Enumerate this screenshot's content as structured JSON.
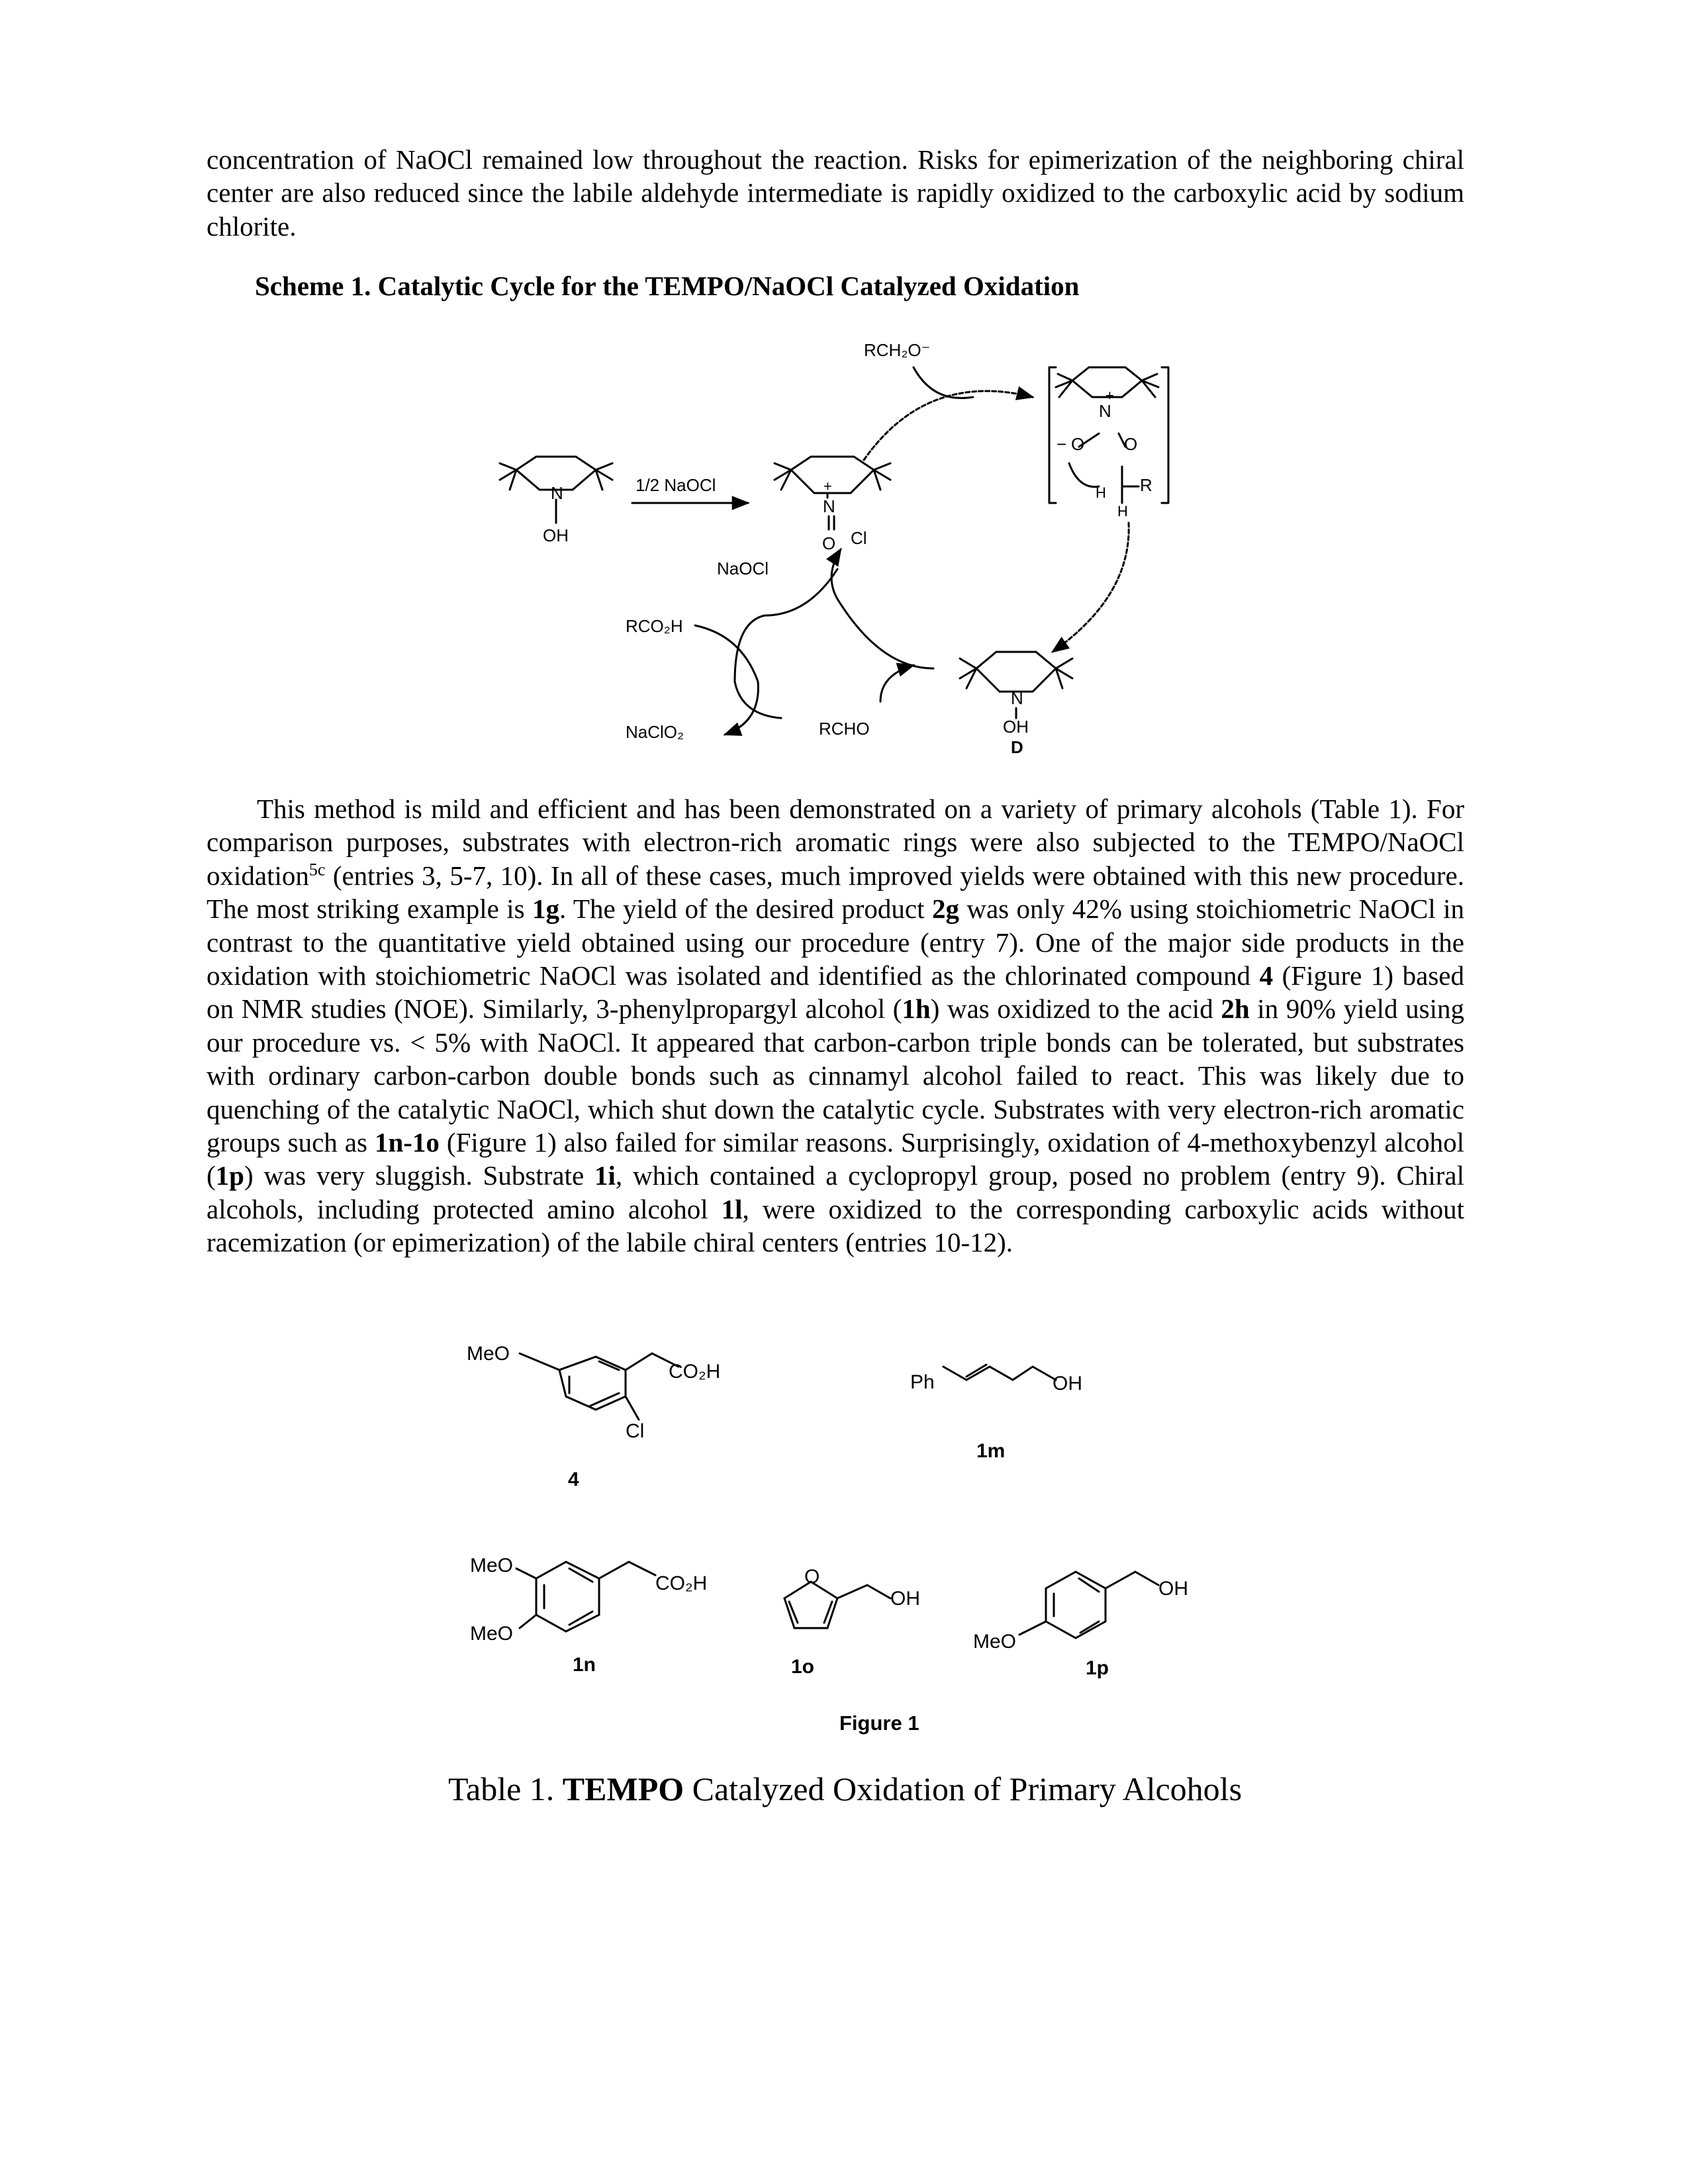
{
  "para1": "concentration of NaOCl remained low throughout the reaction. Risks for epimerization of the neighboring chiral center are also reduced since the labile aldehyde intermediate is rapidly oxidized to the carboxylic acid by sodium chlorite.",
  "scheme": {
    "caption": "Scheme 1. Catalytic Cycle for the TEMPO/NaOCl Catalyzed Oxidation",
    "labels": {
      "oh_left": "OH",
      "n_left": "N",
      "half_naocl": "1/2 NaOCl",
      "n_center": "N",
      "plus_center": "+",
      "o_center": "O",
      "cl_minus": "Cl",
      "naocl": "NaOCl",
      "rch2o_minus": "RCH₂O⁻",
      "n_top": "N",
      "plus_top": "+",
      "o_top_left": "O",
      "minus_top": "−",
      "o_top_right": "O",
      "h_top": "H",
      "r_top": "R",
      "h_top2": "H",
      "rco2h": "RCO₂H",
      "naclo2": "NaClO₂",
      "rcho": "RCHO",
      "n_d": "N",
      "oh_d": "OH",
      "d_label": "D"
    }
  },
  "para2": {
    "s1": "This method is mild and efficient and has been demonstrated on a variety of primary alcohols (Table 1). For comparison purposes, substrates with electron-rich aromatic rings were also subjected to the TEMPO/NaOCl oxidation",
    "sup1": "5c",
    "s2": " (entries 3, 5-7, 10). In all of these cases, much improved yields were obtained with this new procedure. The most striking example is ",
    "b1": "1g",
    "s3": ". The yield of the desired product ",
    "b2": "2g",
    "s4": " was only 42% using stoichiometric NaOCl in contrast to the quantitative yield obtained using our procedure (entry 7). One of the major side products in the oxidation with stoichiometric NaOCl was isolated and identified as the chlorinated compound ",
    "b3": "4",
    "s5": " (Figure 1) based on NMR studies (NOE). Similarly, 3-phenylpropargyl alcohol (",
    "b4": "1h",
    "s6": ") was oxidized to the acid ",
    "b5": "2h",
    "s7": " in 90% yield using our procedure vs. < 5% with NaOCl. It appeared that carbon-carbon triple bonds can be tolerated, but substrates with ordinary carbon-carbon double bonds such as cinnamyl alcohol failed to react. This was likely due to quenching of the catalytic NaOCl, which shut down the catalytic cycle. Substrates with very electron-rich aromatic groups such as ",
    "b6": "1n-1o",
    "s8": " (Figure 1) also failed for similar reasons. Surprisingly, oxidation of 4-methoxybenzyl alcohol (",
    "b7": "1p",
    "s9": ") was very sluggish. Substrate ",
    "b8": "1i",
    "s10": ", which contained a cyclopropyl group, posed no problem (entry 9). Chiral alcohols, including protected amino alcohol ",
    "b9": "1l",
    "s11": ", were oxidized to the corresponding carboxylic acids without racemization (or epimerization) of the labile chiral centers (entries 10-12)."
  },
  "figure1": {
    "label": "Figure 1",
    "compounds": {
      "c4": {
        "id": "4",
        "meo": "MeO",
        "co2h": "CO₂H",
        "cl": "Cl"
      },
      "c1m": {
        "id": "1m",
        "ph": "Ph",
        "oh": "OH"
      },
      "c1n": {
        "id": "1n",
        "meo1": "MeO",
        "meo2": "MeO",
        "co2h": "CO₂H"
      },
      "c1o": {
        "id": "1o",
        "o": "O",
        "oh": "OH"
      },
      "c1p": {
        "id": "1p",
        "meo": "MeO",
        "oh": "OH"
      }
    }
  },
  "table_caption": {
    "prefix": "Table 1. ",
    "bold": "TEMPO",
    "suffix": " Catalyzed Oxidation of Primary Alcohols"
  }
}
